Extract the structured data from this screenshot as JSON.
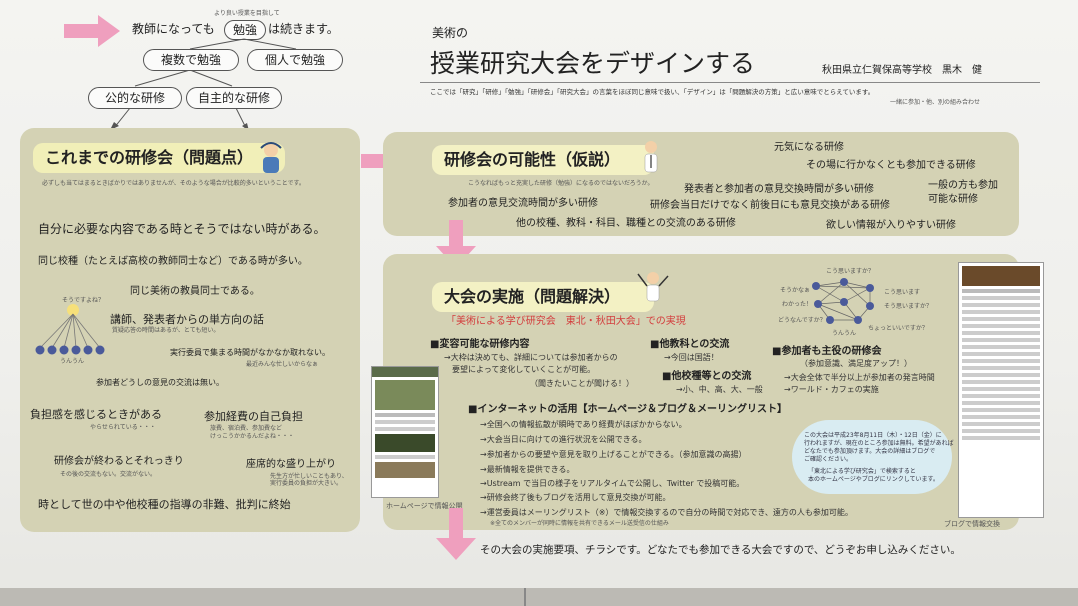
{
  "top": {
    "teacher_pre": "教師になっても",
    "benkyou": "勉強",
    "teacher_post": "は続きます。",
    "tiny_note": "より良い授業を目指して",
    "fukusu": "複数で勉強",
    "kojin": "個人で勉強",
    "koteki": "公的な研修",
    "jishu": "自主的な研修"
  },
  "title": {
    "kicker": "美術の",
    "main": "授業研究大会をデザインする",
    "author": "秋田県立仁賀保高等学校　黒木　健",
    "desc": "ここでは「研究」「研修」「勉強」「研修会」「研究大会」の言葉をほぼ同じ意味で扱い、「デザイン」は「問題解決の方策」と広い意味でとらえています。",
    "desc_small": "一緒に参加・他、別の組み合わせ"
  },
  "left": {
    "header": "これまでの研修会（問題点）",
    "intro": "必ずしも当てはまるときばかりではありませんが、そのような場合が比較的多いということです。",
    "p1": "自分に必要な内容である時とそうではない時がある。",
    "p2": "同じ校種（たとえば高校の教師同士など）である時が多い。",
    "p3": "同じ美術の教員同士である。",
    "p4": "講師、発表者からの単方向の話",
    "p4s": "質疑応答の時間はあるが、とても短い。",
    "sosoka": "そうですよね？",
    "unun": "うんうん",
    "p5": "実行委員で集まる時間がなかなか取れない。",
    "p5s": "最近みんな忙しいからなぁ",
    "p6": "参加者どうしの意見の交流は無い。",
    "p7": "負担感を感じるときがある",
    "p7s": "やらせられている・・・",
    "p8": "参加経費の自己負担",
    "p8s1": "旅費、宿泊費、参加費など",
    "p8s2": "けっこうかかるんだよね・・・",
    "p9": "研修会が終わるとそれっきり",
    "p9s": "その後の交流もない。交流がない。",
    "p10": "座席的な盛り上がり",
    "p10s1": "先生方が忙しいこともあり、",
    "p10s2": "実行委員の負担が大きい。",
    "p11": "時として世の中や他校種の指導の非難、批判に終始"
  },
  "right_top": {
    "header": "研修会の可能性（仮説）",
    "intro": "こうなればもっと充実した研修（勉強）になるのではないだろうか。",
    "i1": "元気になる研修",
    "i2": "その場に行かなくとも参加できる研修",
    "i3": "発表者と参加者の意見交換時間が多い研修",
    "i4": "一般の方も参加",
    "i4b": "可能な研修",
    "i5": "参加者の意見交流時間が多い研修",
    "i6": "研修会当日だけでなく前後日にも意見交換がある研修",
    "i7": "他の校種、教科・科目、職種との交流のある研修",
    "i8": "欲しい情報が入りやすい研修"
  },
  "right_bottom": {
    "header": "大会の実施（問題解決）",
    "subtitle": "「美術による学び研究会　東北・秋田大会」での実現",
    "b1": "■変容可能な研修内容",
    "b1s1": "→大枠は決めても、詳細については参加者からの",
    "b1s2": "要望によって変化していくことが可能。",
    "b1s3": "（聞きたいことが聞ける！）",
    "b2": "■他教科との交流",
    "b2s": "→今回は国語！",
    "b3": "■他校種等との交流",
    "b3s": "→小、中、高、大、一般",
    "b4": "■参加者も主役の研修会",
    "b4s1": "（参加意識、満足度アップ！）",
    "b4s2": "→大会全体で半分以上が参加者の発言時間",
    "b4s3": "→ワールド・カフェの実施",
    "b5": "■インターネットの活用【ホームページ＆ブログ＆メーリングリスト】",
    "n1": "→全国への情報拡散が瞬時であり経費がほぼかからない。",
    "n2": "→大会当日に向けての進行状況を公開できる。",
    "n3": "→参加者からの要望や意見を取り上げることができる。（参加意識の高揚）",
    "n4": "→最新情報を提供できる。",
    "n5": "→Ustream で当日の様子をリアルタイムで公開し、Twitter で投稿可能。",
    "n6": "→研修会終了後もブログを活用して意見交換が可能。",
    "n7": "→運営委員はメーリングリスト（※）で情報交換するので自分の時間で対応でき、遠方の人も参加可能。",
    "n7s": "※全てのメンバーが同時に情報を共有できるメール送受信の仕組み",
    "q1": "こう思いますか？",
    "q2": "そうかなぁ",
    "q3": "こう思います",
    "q4": "わかった！",
    "q5": "そう思いますか？",
    "q6": "どうなんですか？",
    "q7": "ちょっといいですか？",
    "q8": "うんうん",
    "bubble1": "この大会は平成23年8月11日（木）・12日（金）に",
    "bubble2": "行われますが、現在のところ参加は無料。希望があれば",
    "bubble3": "どなたでも参加頂けます。大会の詳細はブログで",
    "bubble4": "ご確認ください。",
    "bubble5": "「東北による学び研究会」で検索すると",
    "bubble6": "本のホームページやブログにリンクしています。",
    "hp_caption": "ホームページで情報公開",
    "blog_caption": "ブログで情報交換"
  },
  "footer": "その大会の実施要項、チラシです。どなたでも参加できる大会ですので、どうぞお申し込みください。",
  "colors": {
    "panel": "#d4d2b4",
    "header": "#f1efb8",
    "arrow": "#ef9fbe",
    "accent_red": "#d33c3c"
  }
}
